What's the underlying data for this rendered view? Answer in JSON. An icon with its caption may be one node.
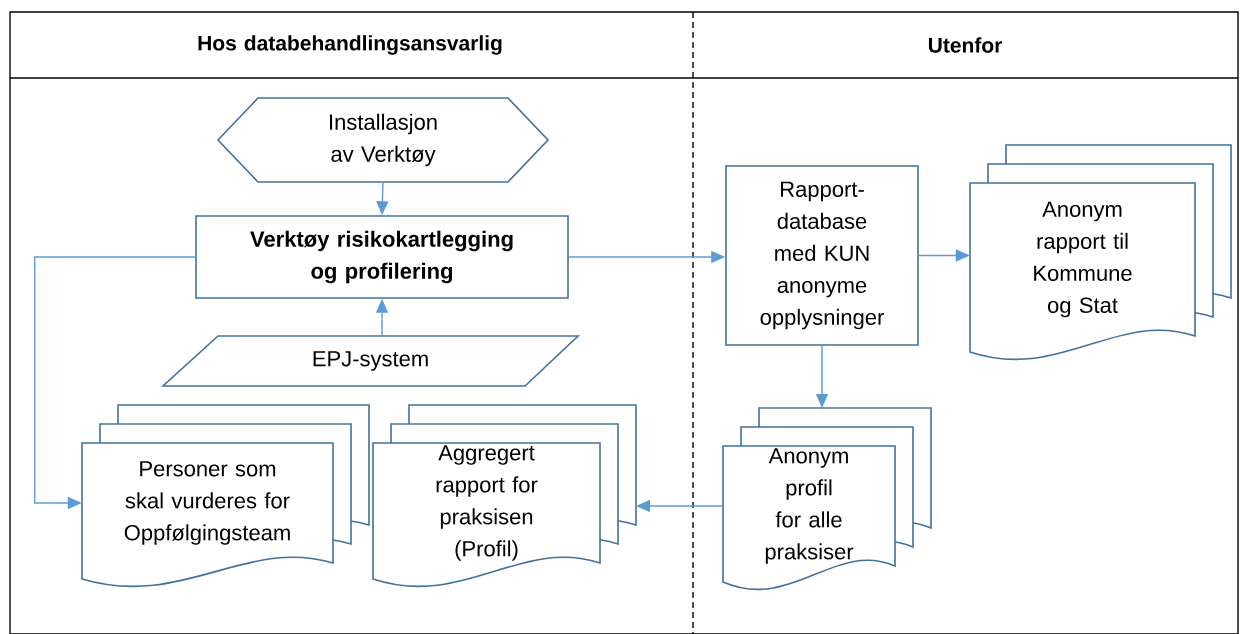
{
  "diagram": {
    "nodes": [
      {
        "text": [
          "Installasjon av Verktøy"
        ]
      },
      {
        "text": [
          "Verktøy risikokartlegging og profilering"
        ]
      },
      {
        "text": [
          "EPJ-system"
        ]
      },
      {
        "text": [
          "Personer som skal vurderes for Oppfølgingsteam"
        ]
      },
      {
        "text": [
          "Aggregert rapport for praksisen (Profil)"
        ]
      },
      {
        "text": [
          "Rapport- database med KUN anonyme opplysninger"
        ]
      },
      {
        "text": [
          "Anonym rapport til Kommune og Stat"
        ]
      },
      {
        "text": [
          "Anonym profil for alle praksiser"
        ]
      }
    ],
    "edges": [
      {
        "from": 0,
        "to": 1,
        "arrow": "to"
      },
      {
        "from": 2,
        "to": 1,
        "arrow": "to"
      },
      {
        "from": 1,
        "to": 3,
        "arrow": "to"
      },
      {
        "from": 1,
        "to": 5,
        "arrow": "to"
      },
      {
        "from": 5,
        "to": 6,
        "arrow": "to"
      },
      {
        "from": 5,
        "to": 7,
        "arrow": "to"
      },
      {
        "from": 7,
        "to": 4,
        "arrow": "to"
      }
    ],
    "labels": [
      "Hos databehandlingsansvarlig",
      "Utenfor"
    ]
  }
}
